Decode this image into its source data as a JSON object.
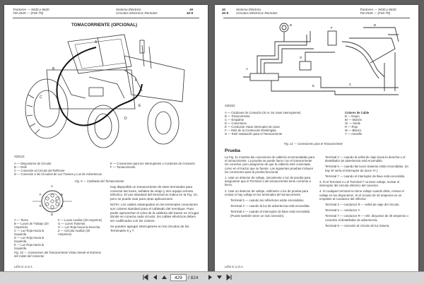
{
  "left_page": {
    "header": {
      "line1": "Tractores — 8430 y 8630",
      "line2": "TM-2549 — (Feb-79)",
      "center1": "Sistema Eléctrico",
      "center2": "Circuitos Eléctricos Remotos",
      "sec": "40",
      "pg": "40-9"
    },
    "title": "TOMACORRIENTE (OPCIONAL)",
    "fig_id": "X25123",
    "legend_a": [
      "A — Disyuntores de Circuito",
      "B — Relé",
      "C — Conexión al Circuito del Reflector",
      "D — Conexión a los Circuitos de Luz Trasera y Luz de Advertencia"
    ],
    "legend_b": [
      "E — Conexiones para los Interruptores o Cordones de Conexión",
      "F — Tomacorriente"
    ],
    "fig_caption": "Fig. 9 — Cableado del Tomacorriente",
    "connector_labels": [
      "A",
      "B",
      "C",
      "D",
      "E",
      "F",
      "G"
    ],
    "pins_a": [
      "A — Tierra",
      "B — Luces de Trabajo (20 Amperios)",
      "C — Luz Roja Hacia la Izquierda",
      "D — Luz Roja Hacia la Izquierda",
      "E — Luz Roja Hacia la Izquierda"
    ],
    "pins_b": [
      "F — Luces Auxiliar (20 Amperios)",
      "G — Luces Traseras",
      "H — Luz Roja Hacia la Derecha",
      "Z — Circuito Auxiliar (30 Amperios)"
    ],
    "connector_caption": "Fig. 10 — Conexiones del Tomacorriente Vistas Desde el Extremo del Cable del Conector",
    "body_text": [
      "Hay disponible un tomacorriente de siete terminales para conectar las luces, señales de viraje y otro equipo remoto eléctrico. El uso standard del terminal se indica en la Fig. 10, pero se puede usar para otras aplicaciones.",
      "NOTA: Los cables estampados en los terminales conexiones son colores standard para el cableado del remolque. Para poder aprovechar el color de la cablería del tractor en el lugar donde se conecta cada circuito, los cables eléctricos deben ser codificados con los colores.",
      "Se pueden agregar interruptores en los circuitos de los Terminales 6 y 7."
    ],
    "footer": "Litho in U.S.A."
  },
  "right_page": {
    "header": {
      "sec": "40",
      "pg": "40-9",
      "center1": "Sistema Eléctrico",
      "center2": "Circuitos Eléctricos Remotos",
      "line1": "Tractores — 8430 y 8630",
      "line2": "TM-2549 — (Feb-79)"
    },
    "fig_id": "X25222",
    "legend_a": [
      "A — Cordones de Conexión (Si Ac Se Usan Interruptores)",
      "B — Tomacorriente",
      "C — Empalme",
      "D — Conectores",
      "E — Conductor Hacia Interruptor de Llave",
      "F — Relé de la Conmoción Restringida",
      "G — Relé Instalación para el Tomacorriente"
    ],
    "color_title": "Colores de Cable",
    "colors": [
      "B — Negro",
      "Br — Marrón",
      "Gr — Verde",
      "R — Rojo",
      "W — Blanco",
      "Y — Amarillo"
    ],
    "fig_caption": "Fig. 11 — Conexiones para el Tomacorriente",
    "section_title": "Prueba",
    "col1": [
      "La Fig. 11 muestra las conexiones de cablería recomendadas para el tomacorriente. La prueba se puede hacer con el tomacorriente sin conectar, pero asegúrese de que la cablería esté conectada como en el tractor que su fuente. Las siguientes pruebas incluyen los conectores para la prueba funcional.",
      "1. Usar un detector de voltaje, únicamente o luz de prueba para asegurarse que el Terminal 1 del tomacorriente tiene corriente a tierra.",
      "2. Usar un detector de voltaje, voltímetro o luz de prueba para revisar si hay voltaje en los terminales del tomacorriente.",
      "Terminal 5 — cuando los reflectores están encendidos.",
      "Terminal 3 — cuando la luz de advertencia está encendida.",
      "Terminal 4 — cuando el interruptor de llave está encendido. (Puede también tener un mal conexión)."
    ],
    "col2": [
      "Terminal 3 — cuando la señal de viaje hacia la derecha o el destellador de advertencia está encendido.",
      "Terminal 6 — cuando las luces traseras están encendidas. (Si hay 'B' sería el interruptor de luces 'H'.)",
      "Terminal 7 — cuando el interruptor de llave está encendido.",
      "3. Si el Terminal 4 o el Terminal 7 no tiene voltaje, revisar el interruptor del circuito eléctrico del conector.",
      "4. Si cualquier terminal no tiene voltaje cuando debe, revisar el voltaje en los disyuntores. Si el circuito de 20 amperios es un empalme al conductor del reflector.",
      "Terminal 3 — conductor R — señal de viaje del circuito.",
      "Terminal 5 — conductor Y.",
      "Terminal 7 — conductor R — relé, disyuntor de 30 amperios o conexión al destellador de advertencia.",
      "Terminal 8 — conexión al circuito de luz trasera."
    ],
    "footer": "Litho in U.S.A."
  },
  "toolbar": {
    "current_page": "429",
    "total": "/ 824"
  }
}
